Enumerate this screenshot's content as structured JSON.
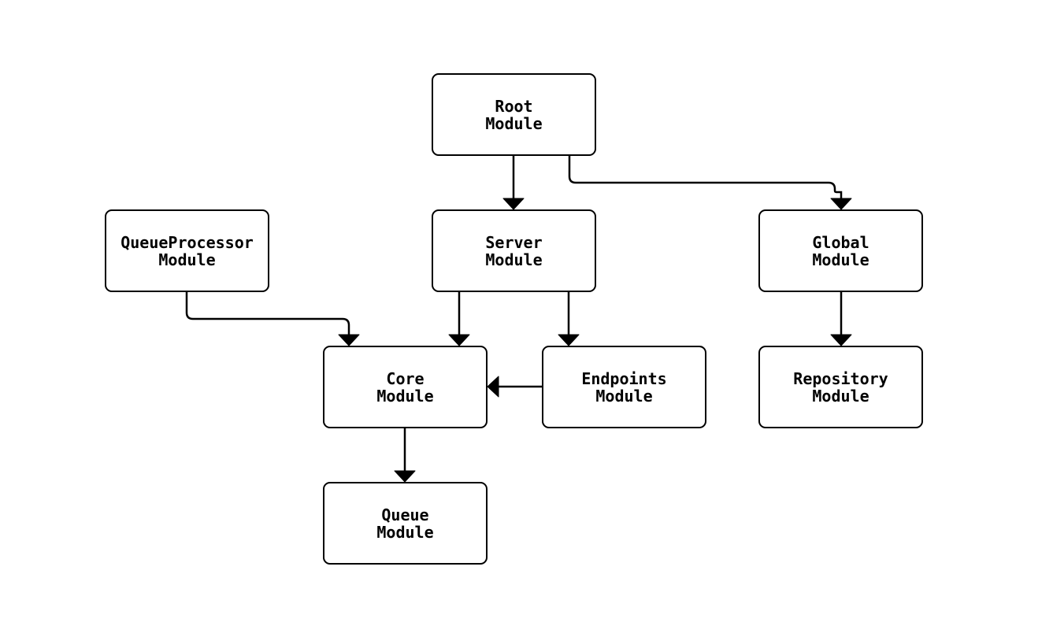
{
  "diagram": {
    "type": "flowchart",
    "colors": {
      "background": "#ffffff",
      "node_fill": "#ffffff",
      "node_border": "#000000",
      "edge": "#000000",
      "text": "#000000"
    },
    "nodes": {
      "root": {
        "label": "Root\nModule"
      },
      "queue_processor": {
        "label": "QueueProcessor\nModule"
      },
      "server": {
        "label": "Server\nModule"
      },
      "global": {
        "label": "Global\nModule"
      },
      "core": {
        "label": "Core\nModule"
      },
      "endpoints": {
        "label": "Endpoints\nModule"
      },
      "repository": {
        "label": "Repository\nModule"
      },
      "queue": {
        "label": "Queue\nModule"
      }
    },
    "edges": [
      {
        "from": "Root Module",
        "to": "Server Module"
      },
      {
        "from": "Root Module",
        "to": "Global Module"
      },
      {
        "from": "QueueProcessor Module",
        "to": "Core Module"
      },
      {
        "from": "Server Module",
        "to": "Core Module"
      },
      {
        "from": "Server Module",
        "to": "Endpoints Module"
      },
      {
        "from": "Endpoints Module",
        "to": "Core Module"
      },
      {
        "from": "Global Module",
        "to": "Repository Module"
      },
      {
        "from": "Core Module",
        "to": "Queue Module"
      }
    ]
  }
}
